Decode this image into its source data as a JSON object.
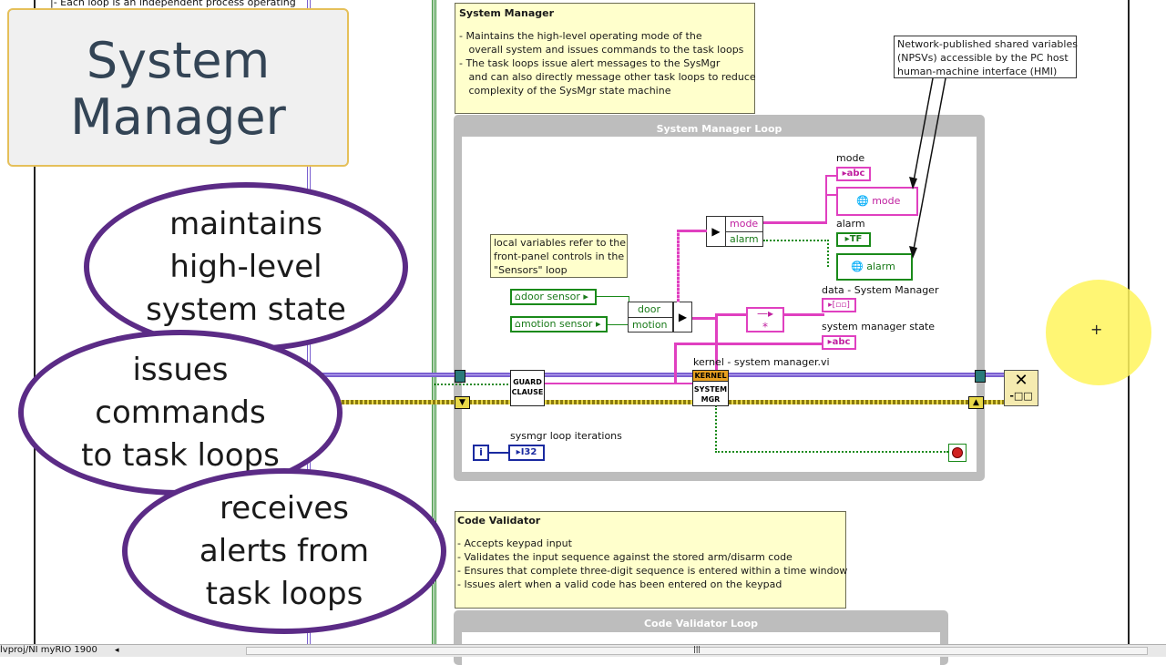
{
  "title_card": {
    "line1": "System",
    "line2": "Manager"
  },
  "top_fragment": "|- Each loop is an independent process operating",
  "sysmgr_note": {
    "title": "System Manager",
    "lines": [
      "- Maintains the high-level operating mode of the",
      "   overall system and issues commands to the task loops",
      "- The task loops issue alert messages to the SysMgr",
      "   and can also directly message other task loops to reduce",
      "   complexity of the SysMgr state machine"
    ]
  },
  "npsv_note": {
    "lines": [
      "Network-published shared variables",
      "(NPSVs) accessible by the PC host",
      "human-machine interface (HMI)"
    ]
  },
  "sysmgr_loop": {
    "title": "System Manager Loop",
    "local_vars_note": [
      "local variables refer to the",
      "front-panel controls in the",
      "\"Sensors\" loop"
    ],
    "door_sensor": "door sensor",
    "motion_sensor": "motion sensor",
    "bundle_door": "door",
    "bundle_motion": "motion",
    "unbundle_mode": "mode",
    "unbundle_alarm": "alarm",
    "mode_label": "mode",
    "mode_term": "abc",
    "npsv_mode": "mode",
    "alarm_label": "alarm",
    "alarm_term": "TF",
    "npsv_alarm": "alarm",
    "data_label": "data - System Manager",
    "state_label": "system manager state",
    "state_term": "abc",
    "kernel_vi_label": "kernel - system manager.vi",
    "kernel_banner": "KERNEL",
    "kernel_text": "SYSTEM MGR",
    "guard_text": "GUARD CLAUSE",
    "iter_label": "sysmgr loop iterations",
    "iter_term": "I32",
    "iter_i": "i"
  },
  "code_validator_note": {
    "title": "Code Validator",
    "lines": [
      "- Accepts keypad input",
      "- Validates the input sequence against the stored arm/disarm code",
      "- Ensures that complete three-digit sequence is entered within a time window",
      "- Issues alert when a valid code has been entered on the keypad"
    ]
  },
  "code_validator_loop": {
    "title": "Code Validator Loop"
  },
  "bubbles": {
    "b1": "maintains\nhigh-level\nsystem state",
    "b2": "issues\ncommands\nto task loops",
    "b3": "receives\nalerts from\ntask loops"
  },
  "statusbar": {
    "path": "lvproj/NI myRIO 1900"
  },
  "colors": {
    "bubble_border": "#5b2b86",
    "cursor_highlight": "#fff45c",
    "note_bg": "#ffffcc",
    "string_wire": "#e040c0",
    "bool_wire": "#1a8a1a",
    "loop_border": "#bdbdbd"
  }
}
